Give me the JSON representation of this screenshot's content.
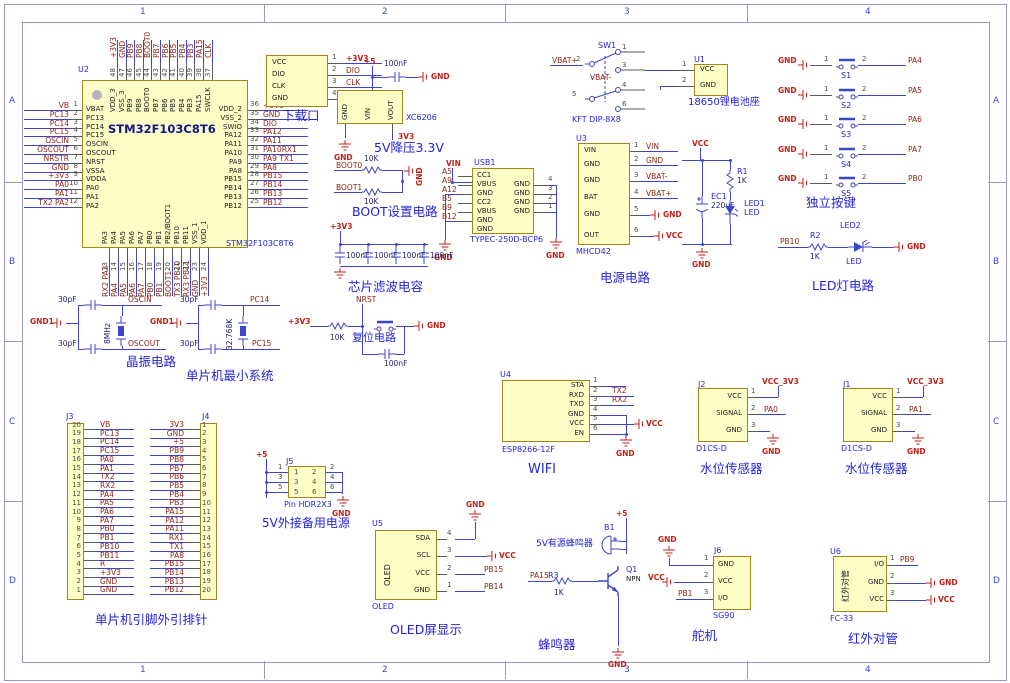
{
  "colors": {
    "wire": "#3c46c8",
    "pin": "#5a5a5a",
    "net": "#8e2518",
    "power": "#c02018",
    "designator": "#2424d8",
    "body_fill": "#fdfdc6",
    "body_border": "#a5831f"
  },
  "frame": {
    "col_labels": [
      "1",
      "2",
      "3",
      "4"
    ],
    "row_labels": [
      "A",
      "B",
      "C",
      "D"
    ]
  },
  "mcu": {
    "designator": "U2",
    "part": "STM32F103C8T6",
    "caption": "STM32F103C8T6",
    "left_pins": [
      [
        "1",
        "VBAT",
        "VB"
      ],
      [
        "2",
        "PC13",
        "PC13"
      ],
      [
        "3",
        "PC14",
        "PC14"
      ],
      [
        "4",
        "PC15",
        "PC15"
      ],
      [
        "5",
        "OSCIN",
        "OSCIN"
      ],
      [
        "6",
        "OSCOUT",
        "OSCOUT"
      ],
      [
        "7",
        "NRST",
        "NRSTR"
      ],
      [
        "8",
        "VSSA",
        "GND"
      ],
      [
        "9",
        "VDDA",
        "+3V3"
      ],
      [
        "10",
        "PA0",
        "PA0"
      ],
      [
        "11",
        "PA1",
        "PA1"
      ],
      [
        "12",
        "PA2",
        "TX2 PA2"
      ]
    ],
    "right_pins": [
      [
        "36",
        "VDD_2",
        "+3V3"
      ],
      [
        "35",
        "VSS_2",
        "GND"
      ],
      [
        "34",
        "SWIO",
        "DIO"
      ],
      [
        "33",
        "PA12",
        "PA12"
      ],
      [
        "32",
        "PA11",
        "PA11"
      ],
      [
        "31",
        "PA10",
        "PA10RX1"
      ],
      [
        "30",
        "PA9",
        "PA9 TX1"
      ],
      [
        "29",
        "PA8",
        "PA8"
      ],
      [
        "28",
        "PB15",
        "PB15"
      ],
      [
        "27",
        "PB14",
        "PB14"
      ],
      [
        "26",
        "PB13",
        "PB13"
      ],
      [
        "25",
        "PB12",
        "PB12"
      ]
    ],
    "top_pins": [
      [
        "48",
        "VDD_3",
        "+3V3"
      ],
      [
        "47",
        "VSS_3",
        "GND"
      ],
      [
        "46",
        "PB9",
        "PB9"
      ],
      [
        "45",
        "PB8",
        "PB8"
      ],
      [
        "44",
        "BOOT0",
        "BOOT0"
      ],
      [
        "43",
        "PB7",
        "PB7"
      ],
      [
        "42",
        "PB6",
        "PB6"
      ],
      [
        "41",
        "PB5",
        "PB5"
      ],
      [
        "40",
        "PB4",
        "PB4"
      ],
      [
        "39",
        "PB3",
        "PB3"
      ],
      [
        "38",
        "PA15",
        "PA15"
      ],
      [
        "37",
        "SWCLK",
        "CLK"
      ]
    ],
    "bottom_pins": [
      [
        "13",
        "PA3",
        "RX2 PA3"
      ],
      [
        "14",
        "PA4",
        "PA4"
      ],
      [
        "15",
        "PA5",
        "PA5"
      ],
      [
        "16",
        "PA6",
        "PA6"
      ],
      [
        "17",
        "PA7",
        "PA7"
      ],
      [
        "18",
        "PB0",
        "PB0"
      ],
      [
        "19",
        "PB1",
        "PB1"
      ],
      [
        "20",
        "PB2/BOOT1",
        "BOOT1"
      ],
      [
        "21",
        "PB10",
        "TX3 PB10"
      ],
      [
        "22",
        "PB11",
        "RX3 PB11"
      ],
      [
        "23",
        "VSS_1",
        "GND"
      ],
      [
        "24",
        "VDD_1",
        "+3V3"
      ]
    ]
  },
  "download": {
    "caption": "下载口",
    "pins": [
      [
        "1",
        "VCC",
        "+3V3"
      ],
      [
        "2",
        "DIO",
        "DIO"
      ],
      [
        "3",
        "CLK",
        "CLK"
      ],
      [
        "4",
        "GND",
        "GND"
      ]
    ]
  },
  "regulator": {
    "rail": "+5",
    "cap_val": "100nF",
    "gnd_right": "GND",
    "pin_names": [
      "GND",
      "VIN",
      "VOUT"
    ],
    "part": "XC6206",
    "out_net": "3V3",
    "gnd_bottom": "GND",
    "caption": "5V降压3.3V"
  },
  "boot": {
    "net0": "BOOT0",
    "net1": "BOOT1",
    "r_val": "10K",
    "gnd": "GND",
    "caption": "BOOT设置电路"
  },
  "usb": {
    "designator": "USB1",
    "part": "TYPEC-250D-BCP6",
    "vin": "VIN",
    "gnd": "GND",
    "left": [
      [
        "A5",
        "CC1"
      ],
      [
        "A9",
        "VBUS"
      ],
      [
        "A12",
        "GND"
      ],
      [
        "B5",
        "CC2"
      ],
      [
        "B9",
        "VBUS"
      ],
      [
        "B12",
        "GND"
      ],
      [
        "",
        "GND"
      ]
    ],
    "right": [
      [
        "4",
        "GND"
      ],
      [
        "3",
        "GND"
      ],
      [
        "2",
        "GND"
      ],
      [
        "1",
        "GND"
      ]
    ]
  },
  "battery": {
    "sw_designator": "SW1",
    "sw_part": "KFT DIP-8X8",
    "net_pos": "VBAT+",
    "net_neg": "VBAT-",
    "sw_pin_nums": [
      "1",
      "2",
      "3",
      "4",
      "5",
      "6"
    ],
    "u_designator": "U1",
    "u_pins": [
      [
        "1",
        "VCC"
      ],
      [
        "2",
        "GND"
      ]
    ],
    "caption": "18650锂电池座"
  },
  "power": {
    "designator": "U3",
    "part": "MHCD42",
    "caption": "电源电路",
    "pins": [
      [
        "1",
        "VIN",
        "VIN"
      ],
      [
        "2",
        "GND",
        "GND"
      ],
      [
        "3",
        "GND",
        "VBAT-"
      ],
      [
        "4",
        "BAT",
        "VBAT+"
      ],
      [
        "5",
        "GND",
        "GND"
      ],
      [
        "6",
        "OUT",
        "VCC"
      ]
    ]
  },
  "charge_led": {
    "vcc": "VCC",
    "r_designator": "R1",
    "r_val": "1K",
    "cap_designator": "EC1",
    "cap_val": "220uF",
    "led_designator": "LED1",
    "led_name": "LED",
    "gnd": "GND"
  },
  "buttons": {
    "gnd": "GND",
    "pin1": "1",
    "pin2": "2",
    "caption": "独立按键",
    "rows": [
      [
        "S1",
        "PA4"
      ],
      [
        "S2",
        "PA5"
      ],
      [
        "S3",
        "PA6"
      ],
      [
        "S4",
        "PA7"
      ],
      [
        "S5",
        "PB0"
      ]
    ]
  },
  "led_circuit": {
    "net": "PB10",
    "r_designator": "R2",
    "r_val": "1K",
    "led_designator": "LED2",
    "led_name": "LED",
    "gnd": "GND",
    "caption": "LED灯电路"
  },
  "crystal": {
    "gnd": "GND1",
    "cap_val": "30pF",
    "xtal1": "8MHz",
    "net_in": "OSCIN",
    "net_out": "OSCOUT",
    "caption": "晶振电路",
    "xtal2": "32.768K",
    "net_pc14": "PC14",
    "net_pc15": "PC15",
    "section_caption": "单片机最小系统"
  },
  "filter": {
    "rail": "+3V3",
    "cap_val": "100nF",
    "caption": "芯片滤波电容"
  },
  "reset": {
    "rail": "+3V3",
    "r_val": "10K",
    "net": "NRST",
    "cap_val": "100nF",
    "gnd": "GND",
    "caption": "复位电路"
  },
  "headers": {
    "j3": "J3",
    "j4": "J4",
    "caption": "单片机引脚外引排针",
    "j3_rows": [
      [
        "20",
        "VB"
      ],
      [
        "19",
        "PC13"
      ],
      [
        "18",
        "PC14"
      ],
      [
        "17",
        "PC15"
      ],
      [
        "16",
        "PA0"
      ],
      [
        "15",
        "PA1"
      ],
      [
        "14",
        "TX2"
      ],
      [
        "13",
        "RX2"
      ],
      [
        "12",
        "PA4"
      ],
      [
        "11",
        "PA5"
      ],
      [
        "10",
        "PA6"
      ],
      [
        "9",
        "PA7"
      ],
      [
        "8",
        "PB0"
      ],
      [
        "7",
        "PB1"
      ],
      [
        "6",
        "PB10"
      ],
      [
        "5",
        "PB11"
      ],
      [
        "4",
        "R"
      ],
      [
        "3",
        "+3V3"
      ],
      [
        "2",
        "GND"
      ],
      [
        "1",
        "GND"
      ]
    ],
    "j4_rows": [
      [
        "1",
        "3V3"
      ],
      [
        "2",
        "GND"
      ],
      [
        "3",
        "+5"
      ],
      [
        "4",
        "PB9"
      ],
      [
        "5",
        "PB8"
      ],
      [
        "6",
        "PB7"
      ],
      [
        "7",
        "PB6"
      ],
      [
        "8",
        "PB5"
      ],
      [
        "9",
        "PB4"
      ],
      [
        "10",
        "PB3"
      ],
      [
        "11",
        "PA15"
      ],
      [
        "12",
        "PA12"
      ],
      [
        "13",
        "PA11"
      ],
      [
        "14",
        "RX1"
      ],
      [
        "15",
        "TX1"
      ],
      [
        "16",
        "PA8"
      ],
      [
        "17",
        "PB15"
      ],
      [
        "18",
        "PB14"
      ],
      [
        "19",
        "PB13"
      ],
      [
        "20",
        "PB12"
      ]
    ]
  },
  "aux5v": {
    "rail": "+5",
    "designator": "J5",
    "part": "Pin HDR2X3",
    "grid": [
      [
        "1",
        "2"
      ],
      [
        "3",
        "4"
      ],
      [
        "5",
        "6"
      ]
    ],
    "gnd": "GND",
    "caption": "5V外接备用电源"
  },
  "wifi": {
    "designator": "U4",
    "part": "ESP8266-12F",
    "caption": "WIFI",
    "gnd": "GND",
    "pins": [
      [
        "1",
        "STA",
        ""
      ],
      [
        "2",
        "RXD",
        "TX2"
      ],
      [
        "3",
        "TXD",
        "RX2"
      ],
      [
        "4",
        "GND",
        ""
      ],
      [
        "5",
        "VCC",
        "VCC"
      ],
      [
        "6",
        "EN",
        ""
      ]
    ]
  },
  "water_sensors": [
    {
      "designator": "J2",
      "part": "D1CS-D",
      "caption": "水位传感器",
      "rail": "VCC_3V3",
      "signal": "PA0",
      "gnd": "GND",
      "pins": [
        [
          "1",
          "VCC"
        ],
        [
          "2",
          "SIGNAL"
        ],
        [
          "3",
          "GND"
        ]
      ]
    },
    {
      "designator": "J1",
      "part": "D1CS-D",
      "caption": "水位传感器",
      "rail": "VCC_3V3",
      "signal": "PA1",
      "gnd": "GND",
      "pins": [
        [
          "1",
          "VCC"
        ],
        [
          "2",
          "SIGNAL"
        ],
        [
          "3",
          "GND"
        ]
      ]
    }
  ],
  "oled": {
    "designator": "U5",
    "part": "OLED",
    "body": "OLED",
    "caption": "OLED屏显示",
    "gnd": "GND",
    "vcc": "VCC",
    "pins": [
      [
        "4",
        "SDA",
        ""
      ],
      [
        "3",
        "SCL",
        "VCC"
      ],
      [
        "2",
        "VCC",
        "PB15"
      ],
      [
        "1",
        "GND",
        "PB14"
      ]
    ]
  },
  "buzzer": {
    "designator": "B1",
    "name": "5V有源蜂鸣器",
    "rail": "+5",
    "q_designator": "Q1",
    "q_type": "NPN",
    "net": "PA15",
    "r_designator": "R3",
    "r_val": "1K",
    "gnd": "GND",
    "caption": "蜂鸣器"
  },
  "servo": {
    "designator": "J6",
    "part": "SG90",
    "caption": "舵机",
    "gnd": "GND",
    "vcc": "VCC",
    "net": "PB1",
    "pins": [
      [
        "1",
        "GND"
      ],
      [
        "2",
        "VCC"
      ],
      [
        "3",
        "I/O"
      ]
    ]
  },
  "ir": {
    "designator": "U6",
    "part": "FC-33",
    "body": "红外对管",
    "caption": "红外对管",
    "net": "PB9",
    "gnd": "GND",
    "vcc": "VCC",
    "pins": [
      [
        "1",
        "I/O"
      ],
      [
        "2",
        "GND"
      ],
      [
        "3",
        "VCC"
      ]
    ]
  }
}
